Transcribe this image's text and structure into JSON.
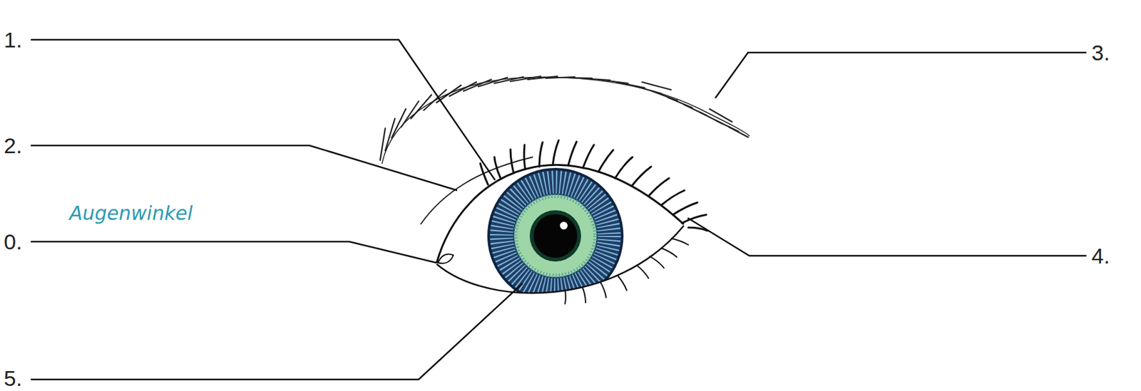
{
  "diagram": {
    "labels": [
      "1.",
      "3.",
      "2.",
      "Augenwinkel",
      "0.",
      "4.",
      "5."
    ]
  }
}
